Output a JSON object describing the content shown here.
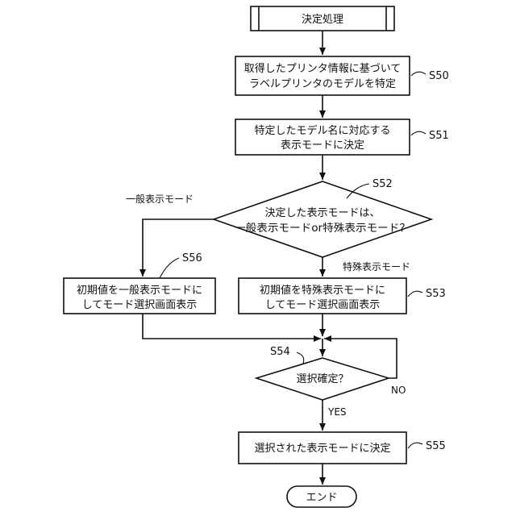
{
  "nodes": {
    "start": "決定処理",
    "s50": [
      "取得したプリンタ情報に基づいて",
      "ラベルプリンタのモデルを特定"
    ],
    "s51": [
      "特定したモデル名に対応する",
      "表示モードに決定"
    ],
    "s52": [
      "決定した表示モードは、",
      "一般表示モードor特殊表示モード？"
    ],
    "s56": [
      "初期値を一般表示モードに",
      "してモード選択画面表示"
    ],
    "s53": [
      "初期値を特殊表示モードに",
      "してモード選択画面表示"
    ],
    "s54": "選択確定？",
    "s55": "選択された表示モードに決定",
    "end": "エンド"
  },
  "steps": {
    "s50": "S50",
    "s51": "S51",
    "s52": "S52",
    "s53": "S53",
    "s54": "S54",
    "s55": "S55",
    "s56": "S56"
  },
  "edge_labels": {
    "general_mode": "一般表示モード",
    "special_mode": "特殊表示モード",
    "no": "NO",
    "yes": "YES"
  }
}
